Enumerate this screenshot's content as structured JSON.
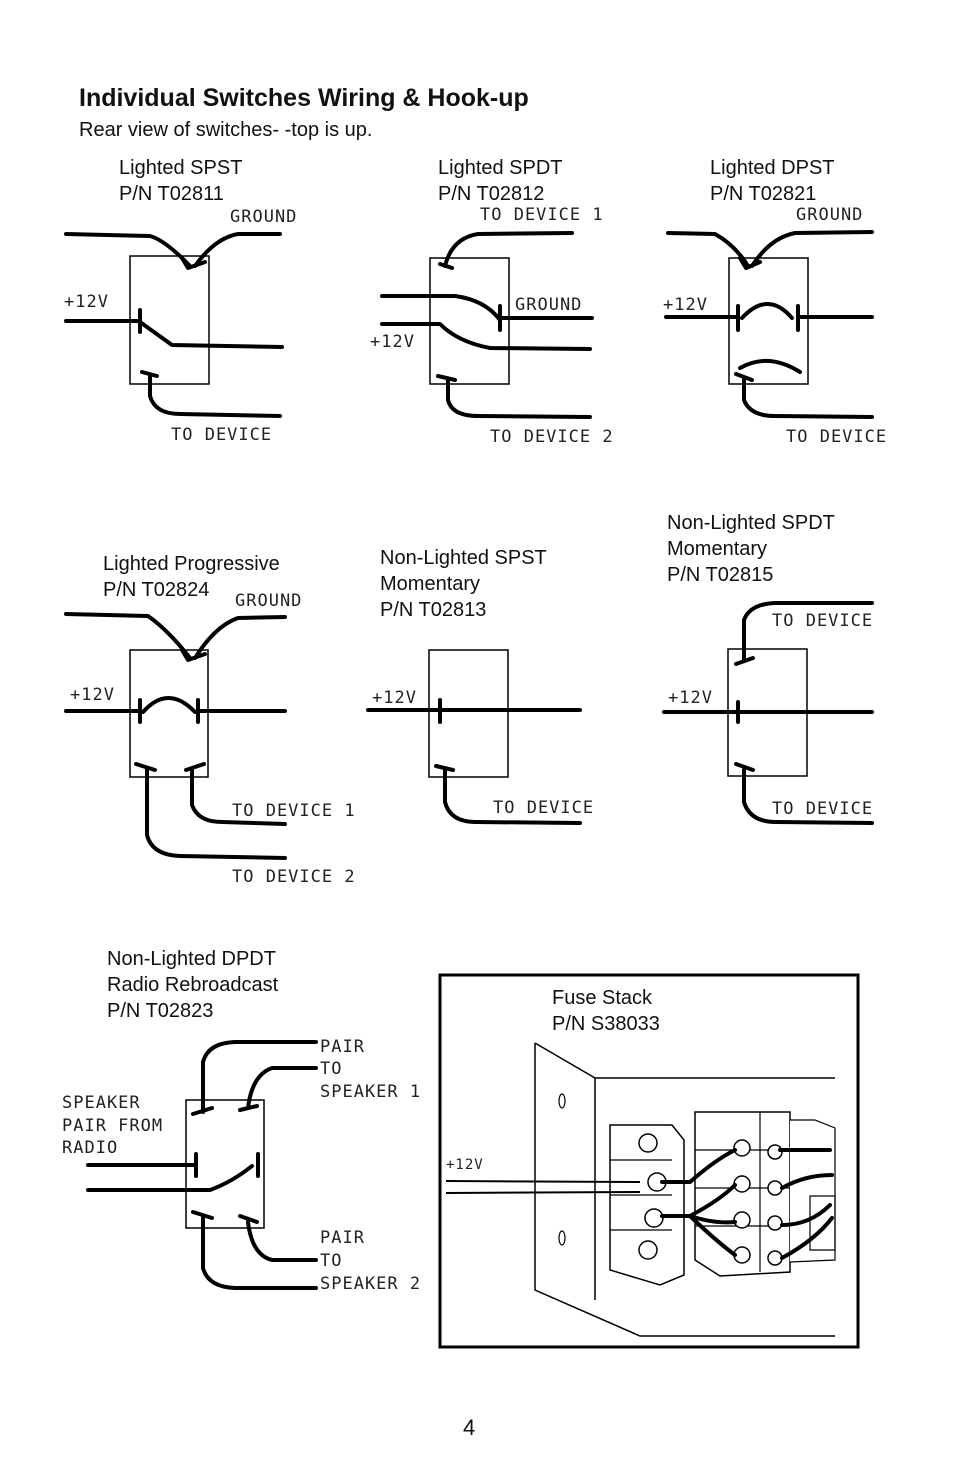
{
  "title": "Individual Switches Wiring & Hook-up",
  "subtitle": "Rear view of switches- -top is up.",
  "page_number": "4",
  "switches": [
    {
      "name": "Lighted SPST",
      "part": "P/N T02811",
      "wires": {
        "ground": "GROUND",
        "power": "+12V",
        "device": "TO DEVICE"
      }
    },
    {
      "name": "Lighted SPDT",
      "part": "P/N T02812",
      "wires": {
        "device1": "TO DEVICE 1",
        "ground": "GROUND",
        "power": "+12V",
        "device2": "TO DEVICE 2"
      }
    },
    {
      "name": "Lighted DPST",
      "part": "P/N T02821",
      "wires": {
        "ground": "GROUND",
        "power": "+12V",
        "device": "TO DEVICE"
      }
    },
    {
      "name": "Lighted Progressive",
      "part": "P/N T02824",
      "wires": {
        "ground": "GROUND",
        "power": "+12V",
        "device1": "TO DEVICE 1",
        "device2": "TO DEVICE 2"
      }
    },
    {
      "name": "Non-Lighted SPST",
      "line2": "Momentary",
      "part": "P/N T02813",
      "wires": {
        "power": "+12V",
        "device": "TO DEVICE"
      }
    },
    {
      "name": "Non-Lighted SPDT",
      "line2": "Momentary",
      "part": "P/N T02815",
      "wires": {
        "device_top": "TO DEVICE",
        "power": "+12V",
        "device_bottom": "TO DEVICE"
      }
    },
    {
      "name": "Non-Lighted DPDT",
      "line2": "Radio Rebroadcast",
      "part": "P/N T02823",
      "wires": {
        "pair1": [
          "PAIR",
          "TO",
          "SPEAKER 1"
        ],
        "input": [
          "SPEAKER",
          "PAIR FROM",
          "RADIO"
        ],
        "pair2": [
          "PAIR",
          "TO",
          "SPEAKER 2"
        ]
      }
    }
  ],
  "fuse_stack": {
    "name": "Fuse Stack",
    "part": "P/N S38033",
    "power": "+12V"
  }
}
